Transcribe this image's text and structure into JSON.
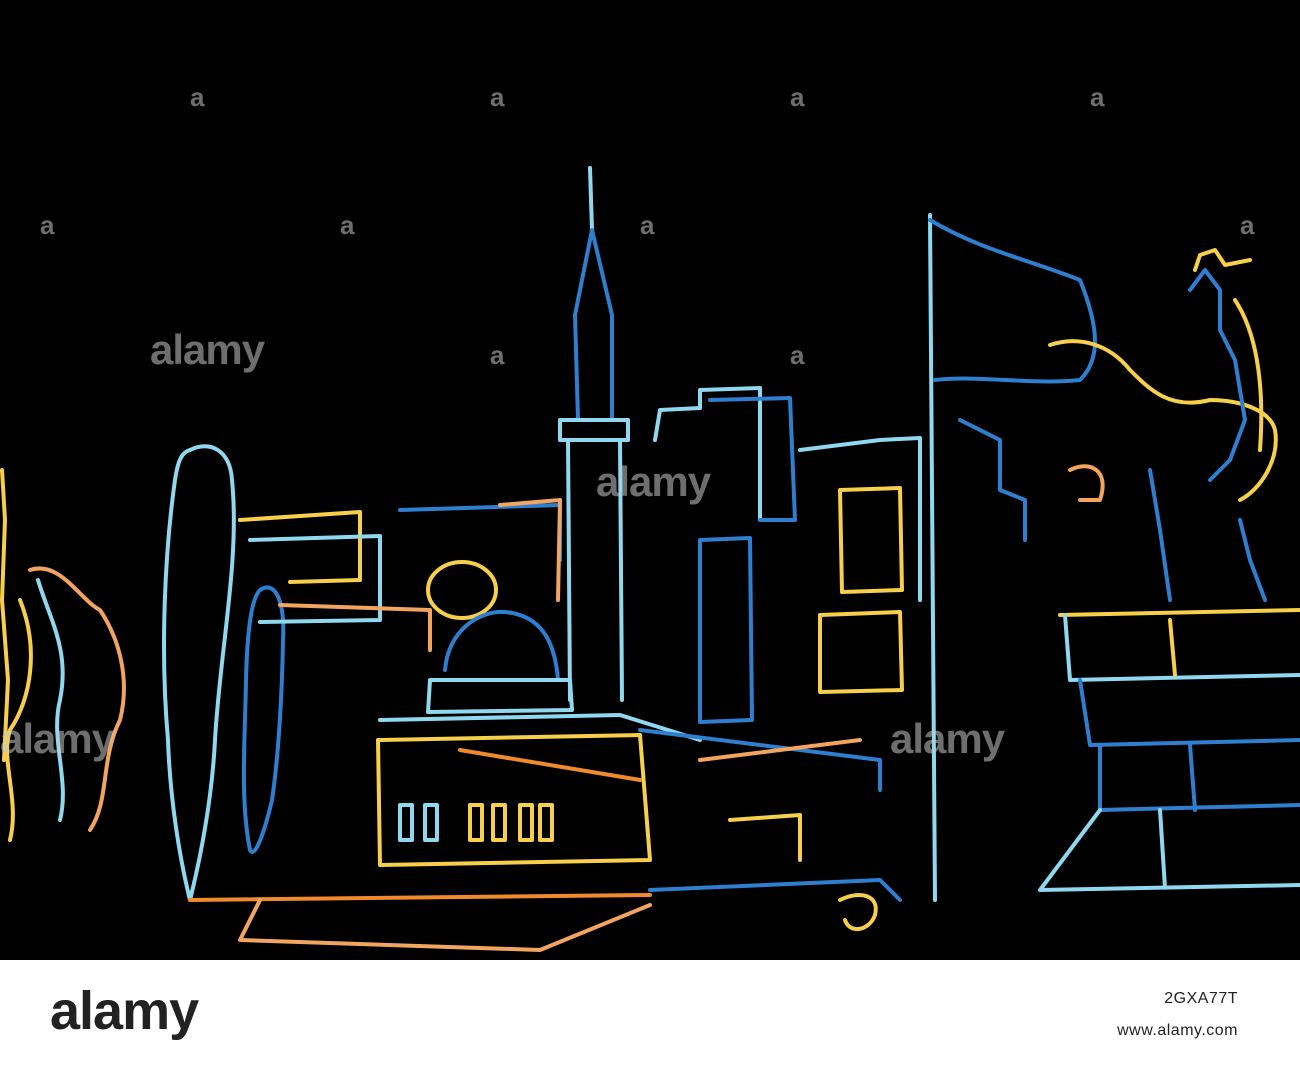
{
  "watermark": {
    "brand": "alamy",
    "small_mark": "a"
  },
  "footer": {
    "logo": "alamy",
    "image_id": "2GXA77T",
    "url": "www.alamy.com"
  },
  "colors": {
    "background": "#000000",
    "light_blue": "#8fd8f0",
    "mid_blue": "#2f7fd0",
    "orange": "#f08a2c",
    "yellow": "#f7cf4a",
    "peach": "#f3a560"
  }
}
